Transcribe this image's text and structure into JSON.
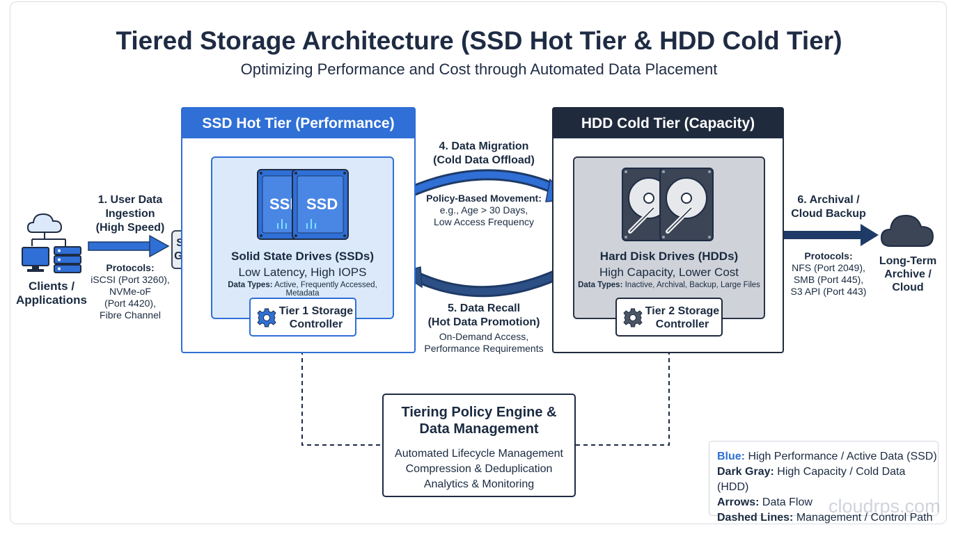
{
  "title": "Tiered Storage Architecture (SSD Hot Tier & HDD Cold Tier)",
  "subtitle": "Optimizing Performance and Cost through Automated Data Placement",
  "clients": {
    "label_line1": "Clients /",
    "label_line2": "Applications"
  },
  "ingest": {
    "step_line1": "1. User Data",
    "step_line2": "Ingestion",
    "step_line3": "(High Speed)",
    "protocols_title": "Protocols:",
    "protocols_line1": "iSCSI (Port 3260),",
    "protocols_line2": "NVMe-oF",
    "protocols_line3": "(Port 4420),",
    "protocols_line4": "Fibre Channel"
  },
  "gateway": {
    "line1": "Storage",
    "line2": "Gateway"
  },
  "ssd_tier": {
    "header": "SSD Hot Tier (Performance)",
    "drive_label": "SSD",
    "drive_label_clipped": "SSI",
    "drives_title": "Solid State Drives (SSDs)",
    "drives_subtitle": "Low Latency, High IOPS",
    "data_types_key": "Data Types:",
    "data_types_value": "Active, Frequently Accessed, Metadata",
    "controller_line1": "Tier 1 Storage",
    "controller_line2": "Controller"
  },
  "hdd_tier": {
    "header": "HDD Cold Tier (Capacity)",
    "drives_title": "Hard Disk Drives (HDDs)",
    "drives_subtitle": "High Capacity, Lower Cost",
    "data_types_key": "Data Types:",
    "data_types_value": "Inactive, Archival, Backup, Large Files",
    "controller_line1": "Tier 2 Storage",
    "controller_line2": "Controller"
  },
  "migration": {
    "step_line1": "4. Data Migration",
    "step_line2": "(Cold Data Offload)",
    "policy_title": "Policy-Based Movement:",
    "policy_line1": "e.g., Age > 30 Days,",
    "policy_line2": "Low Access Frequency"
  },
  "recall": {
    "step_line1": "5. Data Recall",
    "step_line2": "(Hot Data Promotion)",
    "detail_line1": "On-Demand Access,",
    "detail_line2": "Performance Requirements"
  },
  "archival": {
    "step_line1": "6. Archival /",
    "step_line2": "Cloud Backup",
    "protocols_title": "Protocols:",
    "protocols_line1": "NFS (Port 2049),",
    "protocols_line2": "SMB (Port 445),",
    "protocols_line3": "S3 API (Port 443)"
  },
  "archive": {
    "line1": "Long-Term",
    "line2": "Archive /",
    "line3": "Cloud"
  },
  "engine": {
    "title_line1": "Tiering Policy Engine &",
    "title_line2": "Data Management",
    "item1": "Automated Lifecycle Management",
    "item2": "Compression & Deduplication",
    "item3": "Analytics & Monitoring"
  },
  "legend": [
    {
      "key": "Blue:",
      "value": "High Performance / Active Data (SSD)"
    },
    {
      "key": "Dark Gray:",
      "value": "High Capacity / Cold Data (HDD)"
    },
    {
      "key": "Arrows:",
      "value": "Data Flow"
    },
    {
      "key": "Dashed Lines:",
      "value": "Management / Control Path"
    }
  ],
  "watermark": "cloudrps.com",
  "colors": {
    "blue": "#2f6fd6",
    "dark_gray": "#1f2a3c",
    "arrow_navy": "#1e3a66",
    "light_blue_fill": "#dce9fb",
    "gray_fill": "#cfd3d9"
  },
  "icons": [
    "cloud-icon",
    "computer-icon",
    "server-icon",
    "ssd-icon",
    "hdd-icon",
    "gear-icon",
    "archive-cloud-icon"
  ]
}
